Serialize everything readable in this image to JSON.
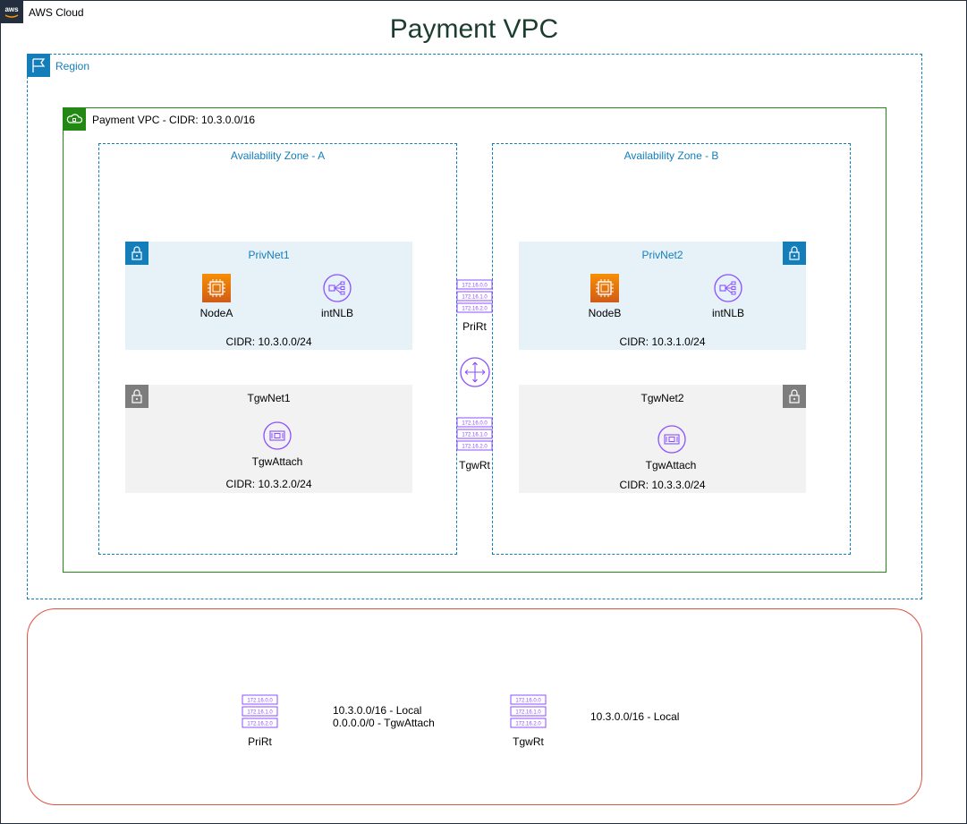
{
  "title": "Payment VPC",
  "aws_cloud": {
    "label": "AWS Cloud",
    "logo": "aws-logo-icon"
  },
  "region": {
    "label": "Region",
    "icon": "region-flag-icon"
  },
  "vpc": {
    "label": "Payment VPC - CIDR: 10.3.0.0/16",
    "icon": "vpc-cloud-icon"
  },
  "az_a": {
    "label": "Availability Zone - A"
  },
  "az_b": {
    "label": "Availability Zone - B"
  },
  "privnet1": {
    "label": "PrivNet1",
    "cidr": "CIDR: 10.3.0.0/24",
    "node": "NodeA",
    "nlb": "intNLB"
  },
  "privnet2": {
    "label": "PrivNet2",
    "cidr": "CIDR: 10.3.1.0/24",
    "node": "NodeB",
    "nlb": "intNLB"
  },
  "tgwnet1": {
    "label": "TgwNet1",
    "attach": "TgwAttach",
    "cidr": "CIDR: 10.3.2.0/24"
  },
  "tgwnet2": {
    "label": "TgwNet2",
    "attach": "TgwAttach",
    "cidr": "CIDR: 10.3.3.0/24"
  },
  "route_table_rows": [
    "172.16.0.0",
    "172.16.1.0",
    "172.16.2.0"
  ],
  "center": {
    "prirt": "PriRt",
    "tgwrt": "TgwRt"
  },
  "bottom": {
    "prirt_label": "PriRt",
    "prirt_routes": [
      "10.3.0.0/16 - Local",
      "0.0.0.0/0 - TgwAttach"
    ],
    "tgwrt_label": "TgwRt",
    "tgwrt_routes": [
      "10.3.0.0/16 - Local"
    ]
  },
  "colors": {
    "title": "#1a3d2e",
    "region_blue": "#147eba",
    "vpc_green": "#248814",
    "purple": "#8c4fff",
    "orange": "#f78e04",
    "bottom_border": "#e05243"
  }
}
